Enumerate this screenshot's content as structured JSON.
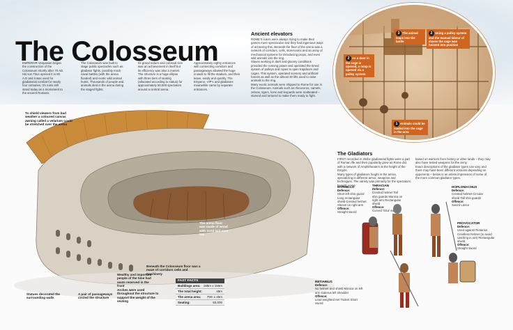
{
  "title": "The Colosseum",
  "intro": [
    "EMPEROR Vespasian began the construction of the Colosseum shortly after 70 AD. His son Titus opened it in 80 A.D and it was used for gladiatorial combat for nearly four centuries. It's ruins still stand today as a monument to the ancient Romans.",
    "The Colosseum was built to stage public spectacles such as gladiator fights, possibly mock naval battles (with the arena flooded) and exotic wild animal hunts. Thousands of people and animals died in the arena during the staged fights.",
    "Its grand nature and colossal size was an achievement in itself but its efficiency was also a marvel. The structure is a huge ellipse with three tiers of seating (allocated according to status) for approximately 50,000 spectators around a central arena.",
    "Approximately eighty entrances with connecting corridors and passageways allowed the huge crowds to fill the stadium, and then leave, easily and quickly. The Emperor, VIP's and gladiators meanwhile came by separate entrances."
  ],
  "elevators": {
    "heading": "Ancient elevators",
    "text": [
      "ROME'S rulers were always trying to make their games more spectacular and they had ingenious ways of achieving this. Beneath the floor of the arena was a network of corridors, cells, storerooms and an array of mechanical systems for introducing props, and even wild animals into the ring.",
      "Slaves working in dark and gloomy conditions provided the running power and operated the timed system of pulleys and ropes to open trapdoors and cages. This system, operated scenery and artificial forests as well as the almost 30 lifts used to raise animals to the ring.",
      "Many exotic animals were shipped to Rome for use in the Colosseum. Animals such as rhinoceros, camels, zebras, tigers, lions and leopards were maltreated – starved and tortured to make them ready to fight."
    ],
    "callouts": [
      {
        "num": "3",
        "text": "The animal leaps into the battle"
      },
      {
        "num": "2",
        "text": "Using a pulley system and the manual labour of slaves the cage was hoisted into position"
      },
      {
        "num": "2",
        "text": "As a door in the cage is opened, a ramp is opened via a pulley system"
      },
      {
        "num": "1",
        "text": "Animals could be loaded into the cage in the area"
      }
    ]
  },
  "labels": {
    "awning": "To shield viewers from bad weather a coloured canvas awning called a velarium could be stretched over the arena",
    "arena_floor": "The arena floor was made of wood with sand laid over top",
    "beneath": "Beneath the Colosseum floor was a maze of corridors cells and machinery",
    "wealthy": "Wealthy and important people of the time had seats reserved in the front",
    "arches": "Arches were used throughout the structure to support the weight of the seating",
    "passageways": "A pair of passageways circled the structure",
    "statues": "Statues decorated the surrounding walls"
  },
  "facts": {
    "heading": "FAST FACTS",
    "rows": [
      {
        "k": "Buildings area:",
        "v": "188m x 156m"
      },
      {
        "k": "The total height:",
        "v": "48m"
      },
      {
        "k": "The arena area:",
        "v": "79m x 45m"
      },
      {
        "k": "Seating:",
        "v": "50,000"
      }
    ]
  },
  "gladiators": {
    "heading": "The Gladiators",
    "text": [
      "FIRST recorded in 264bc gladiatorial fights were a part of Roman life and their popularity grew as Rome did, with a network of Amphitheaters at the height of the Empire.",
      "Many types of gladiators fought in the arena, specializing in different armor, weapons and techniques. The variety was primarily for the spectators benefit, some",
      "based on warriors from history or other lands – they may also have tested weapons for the army.",
      "Exact descriptions of the gladiator types can vary and there may have been different versions depending on opponents – below is an artists impression of some of the more common gladiator types."
    ],
    "types": [
      {
        "name": "MYRMILLO",
        "def_label": "Defence:",
        "def": "Short left shin guard Long rectangular shield Crested helmet Sleeve on right arm",
        "off_label": "Offence:",
        "off": "Straight sword"
      },
      {
        "name": "THRACIAN",
        "def_label": "Defence:",
        "def": "Crested helmet Tall shin guards Manica on right arm Rectangular shield",
        "off_label": "Offence:",
        "off": "Curved 'Sica' sword"
      },
      {
        "name": "HOPLOMACHUS",
        "def_label": "Defence:",
        "def": "Crested helmet Circular shield Tall shin guards",
        "off_label": "Offence:",
        "off": "Sword Lance"
      },
      {
        "name": "PROVOCATOR",
        "def_label": "Defence:",
        "def": "Used against Retiarius Crestless helmet (to avoid catching in net) Rectangular shield",
        "off_label": "Offence:",
        "off": "Straight sword"
      },
      {
        "name": "RETIARIUS",
        "def_label": "Defence:",
        "def": "No helmet and shield Manica on left arm Galerus left shoulder",
        "off_label": "Offence:",
        "off": "Lead weighted net Trident Short sword"
      }
    ]
  },
  "colors": {
    "accent": "#d0651f",
    "stone": "#d9d2c4",
    "dark": "#3a3a3a",
    "sand": "#caa16a"
  }
}
